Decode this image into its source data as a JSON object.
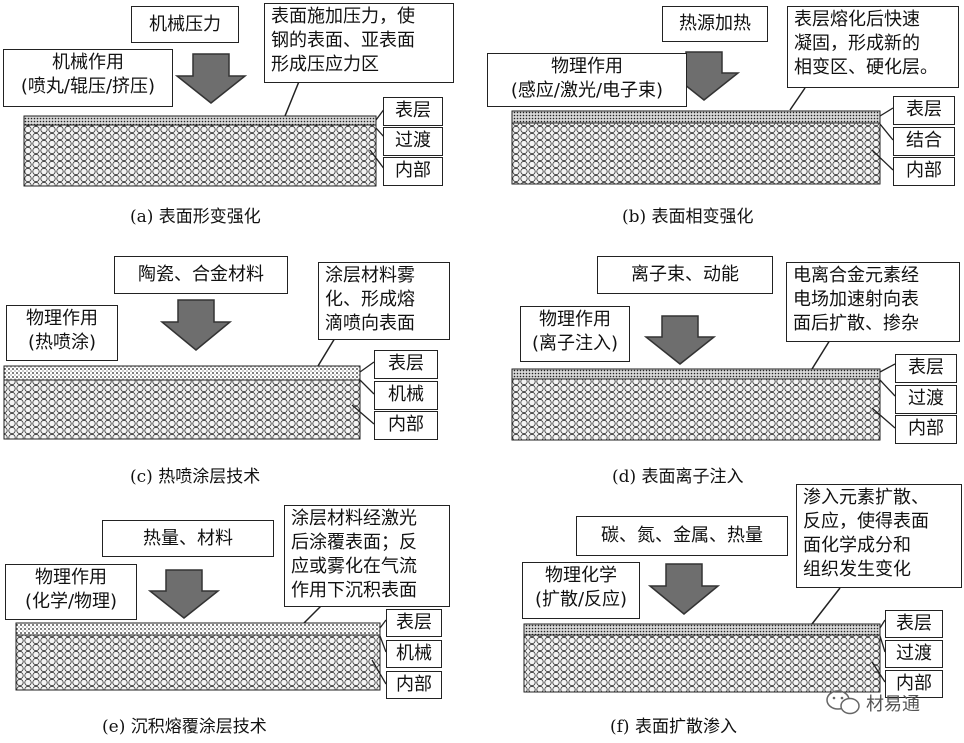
{
  "panels": [
    {
      "id": "a",
      "source": "机械压力",
      "method": "机械作用\n(喷丸/辊压/挤压)",
      "note": "表面施加压力，使\n钢的表面、亚表面\n形成压应力区",
      "layers": [
        "表层",
        "过渡",
        "内部"
      ],
      "caption": "(a) 表面形变强化"
    },
    {
      "id": "b",
      "source": "热源加热",
      "method": "物理作用\n(感应/激光/电子束)",
      "note": "表层熔化后快速\n凝固，形成新的\n相变区、硬化层。",
      "layers": [
        "表层",
        "结合",
        "内部"
      ],
      "caption": "(b) 表面相变强化"
    },
    {
      "id": "c",
      "source": "陶瓷、合金材料",
      "method": "物理作用\n(热喷涂)",
      "note": "涂层材料雾\n化、形成熔\n滴喷向表面",
      "layers": [
        "表层",
        "机械",
        "内部"
      ],
      "caption": "(c) 热喷涂层技术"
    },
    {
      "id": "d",
      "source": "离子束、动能",
      "method": "物理作用\n(离子注入)",
      "note": "电离合金元素经\n电场加速射向表\n面后扩散、掺杂",
      "layers": [
        "表层",
        "过渡",
        "内部"
      ],
      "caption": "(d) 表面离子注入"
    },
    {
      "id": "e",
      "source": "热量、材料",
      "method": "物理作用\n(化学/物理)",
      "note": "涂层材料经激光\n后涂覆表面；反\n应或雾化在气流\n作用下沉积表面",
      "layers": [
        "表层",
        "机械",
        "内部"
      ],
      "caption": "(e) 沉积熔覆涂层技术"
    },
    {
      "id": "f",
      "source": "碳、氮、金属、热量",
      "method": "物理化学\n(扩散/反应)",
      "note": "渗入元素扩散、\n反应，使得表面\n面化学成分和\n组织发生变化",
      "layers": [
        "表层",
        "过渡",
        "内部"
      ],
      "caption": "(f) 表面扩散渗入"
    }
  ],
  "watermark": "材易通",
  "colors": {
    "arrow": "#6e6e6e",
    "line": "#222222"
  }
}
